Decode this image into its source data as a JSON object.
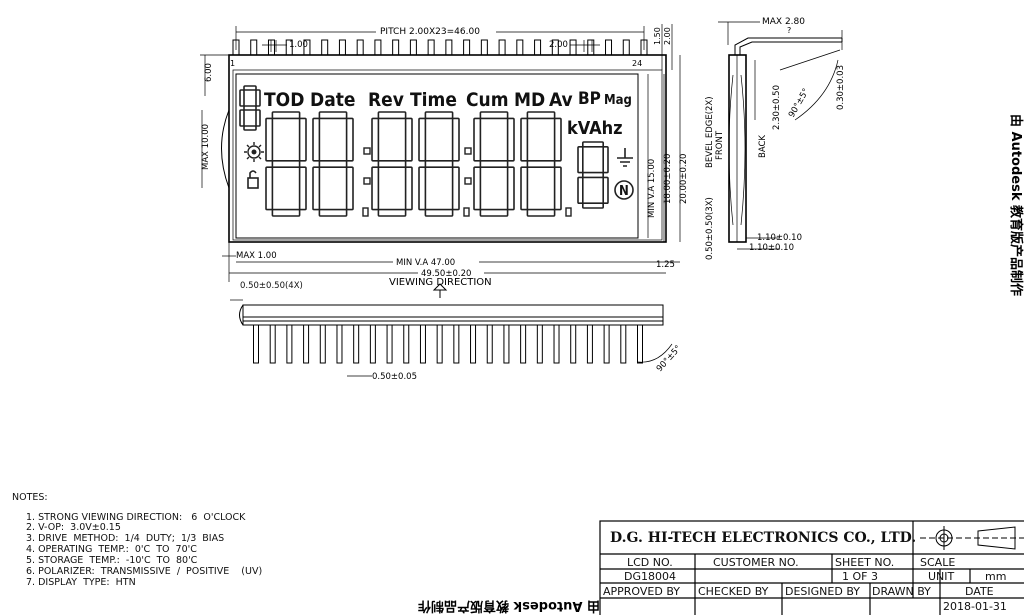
{
  "drawing": {
    "dimensions": {
      "pitch": "PITCH  2.00X23=46.00",
      "pitch_small_left": "1.00",
      "pitch_small_right": "2.00",
      "pin_first": "1",
      "pin_last": "24",
      "top_right_1": "1.50",
      "top_right_2": "2.00",
      "left_height": "6.00",
      "max_height": "MAX  10.00",
      "min_va_h": "MIN  V.A  15.00",
      "h_18": "18.00±0.20",
      "h_20": "20.00±0.20",
      "min_va_w": "MIN  V.A  47.00",
      "w_total": "49.50±0.20",
      "w_125": "1.25",
      "max_100": "MAX  1.00",
      "pin_dim": "0.50±0.50(4X)",
      "pin_pitch": "0.50±0.05",
      "viewing": "VIEWING  DIRECTION",
      "side_max": "MAX  2.80",
      "side_q": "?",
      "side_bevel": "BEVEL  EDGE(2X)",
      "side_front": "FRONT",
      "side_back": "BACK",
      "side_050": "0.50±0.50(3X)",
      "side_230": "2.30±0.50",
      "side_90": "90°±5°",
      "side_030": "0.30±0.03",
      "side_110a": "1.10±0.10",
      "side_110b": "1.10±0.10",
      "bottom_90": "90°±5°"
    },
    "lcd_labels": {
      "tod": "TOD",
      "date": "Date",
      "rev": "Rev",
      "time": "Time",
      "cum": "Cum",
      "md": "MD",
      "av": "Av",
      "bp": "BP",
      "mag": "Mag",
      "kvahz": "kVAhz",
      "n": "N"
    },
    "watermark": "由 Autodesk 教育版产品制作"
  },
  "notes": {
    "title": "NOTES:",
    "items": [
      "1. STRONG VIEWING DIRECTION:   6  O'CLOCK",
      "2. V-OP:  3.0V±0.15",
      "3. DRIVE  METHOD:  1/4  DUTY;  1/3  BIAS",
      "4. OPERATING  TEMP.:  0'C  TO  70'C",
      "5. STORAGE  TEMP.:  -10'C  TO  80'C",
      "6. POLARIZER:  TRANSMISSIVE  /  POSITIVE    (UV)",
      "7. DISPLAY  TYPE:  HTN"
    ]
  },
  "title_block": {
    "company": "D.G. HI-TECH ELECTRONICS CO., LTD.",
    "lcd_no_label": "LCD NO.",
    "customer_no_label": "CUSTOMER NO.",
    "sheet_no_label": "SHEET NO.",
    "scale_label": "SCALE",
    "lcd_no": "DG18004",
    "sheet": "1  OF  3",
    "unit_label": "UNIT",
    "unit": "mm",
    "approved_by": "APPROVED BY",
    "checked_by": "CHECKED BY",
    "designed_by": "DESIGNED BY",
    "drawn_by": "DRAWN BY",
    "date_label": "DATE",
    "date": "2018-01-31"
  }
}
